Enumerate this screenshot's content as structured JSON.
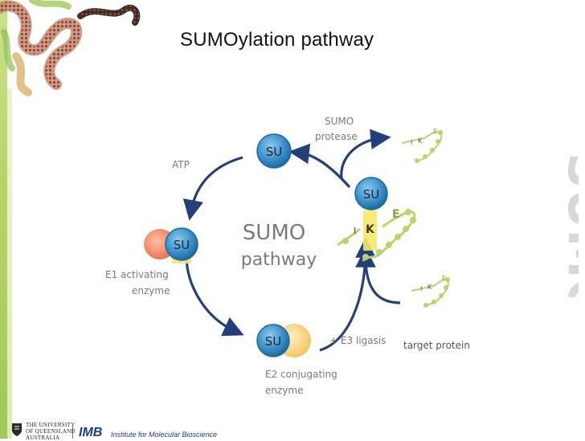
{
  "title": "SUMOylation pathway",
  "center_label_line1": "SUMO",
  "center_label_line2": "pathway",
  "su": "SU",
  "labels": {
    "sumo_protease_line1": "SUMO",
    "sumo_protease_line2": "protease",
    "atp": "ATP",
    "e1_line1": "E1 activating",
    "e1_line2": "enzyme",
    "e2_line1": "E2 conjugating",
    "e2_line2": "enzyme",
    "e3": "+ E3 ligasis",
    "target": "target protein"
  },
  "residues": {
    "I": "I",
    "K": "K",
    "E": "E"
  },
  "watermark": "SUMO",
  "footer": {
    "uq_line1": "THE UNIVERSITY",
    "uq_line2": "OF QUEENSLAND",
    "uq_line3": "AUSTRALIA",
    "imb": "IMB",
    "imb_sub": "Institute for Molecular Bioscience"
  },
  "colors": {
    "arrow": "#24407a",
    "su_fill": "#3f93c9",
    "su_edge": "#1e6aa0",
    "e1": "#f07a55",
    "e2": "#f7cd6c",
    "chain": "#b6d66a",
    "highlight": "#f6e86a",
    "text_gray": "#7a7a7a",
    "watermark": "#d8d8d8"
  }
}
